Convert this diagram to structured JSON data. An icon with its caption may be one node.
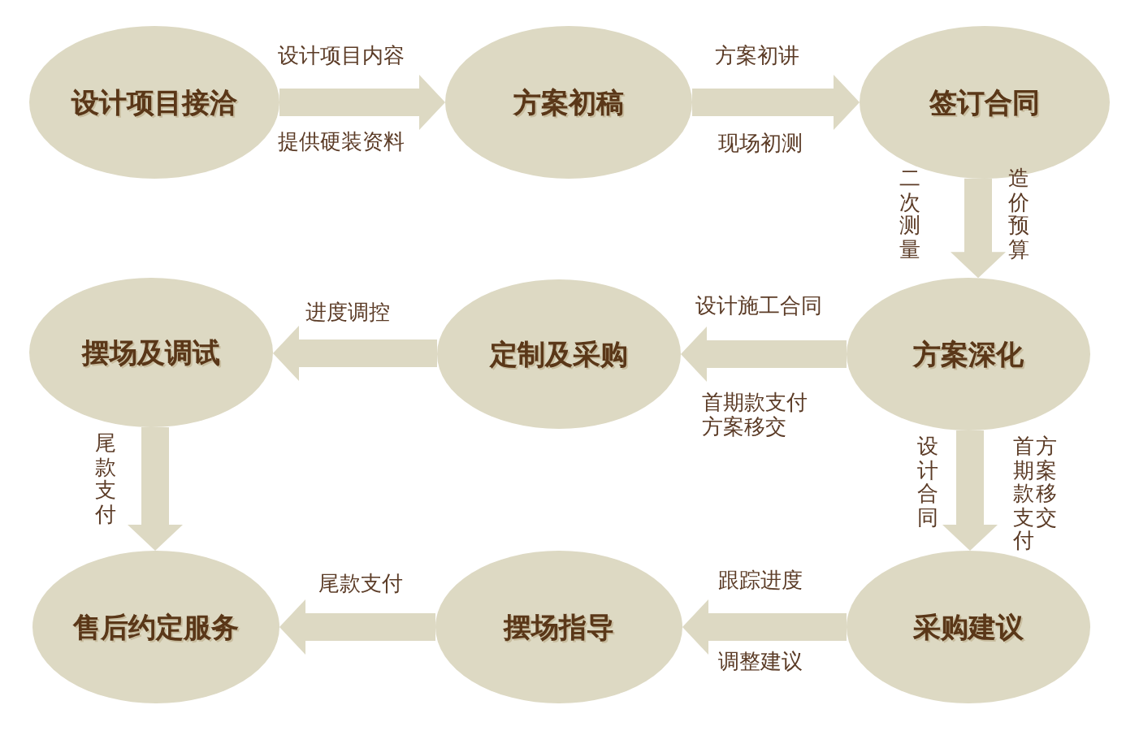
{
  "diagram": {
    "nodes": [
      {
        "text": [
          "设计项目接洽"
        ]
      },
      {
        "text": [
          "方案初稿"
        ]
      },
      {
        "text": [
          "签订合同"
        ]
      },
      {
        "text": [
          "摆场及调试"
        ]
      },
      {
        "text": [
          "定制及采购"
        ]
      },
      {
        "text": [
          "方案深化"
        ]
      },
      {
        "text": [
          "售后约定服务"
        ]
      },
      {
        "text": [
          "摆场指导"
        ]
      },
      {
        "text": [
          "采购建议"
        ]
      }
    ],
    "edges": [
      {
        "from": 0,
        "to": 1,
        "arrow": "to",
        "label": "设计项目内容"
      },
      {
        "from": 1,
        "to": 2,
        "arrow": "to",
        "label": "方案初讲"
      },
      {
        "from": 2,
        "to": 5,
        "arrow": "to",
        "label": "二次测量"
      },
      {
        "from": 5,
        "to": 4,
        "arrow": "to",
        "label": "设计施工合同"
      },
      {
        "from": 4,
        "to": 3,
        "arrow": "to",
        "label": "进度调控"
      },
      {
        "from": 3,
        "to": 6,
        "arrow": "to",
        "label": "尾款支付"
      },
      {
        "from": 5,
        "to": 8,
        "arrow": "to",
        "label": "设计合同"
      },
      {
        "from": 8,
        "to": 7,
        "arrow": "to",
        "label": "跟踪进度"
      },
      {
        "from": 7,
        "to": 6,
        "arrow": "to",
        "label": "尾款支付"
      }
    ],
    "labels": [
      "提供硬装资料",
      "现场初测",
      "造价预算",
      "首期款支付方案移交",
      "首期款支付方案移交",
      "调整建议"
    ]
  }
}
